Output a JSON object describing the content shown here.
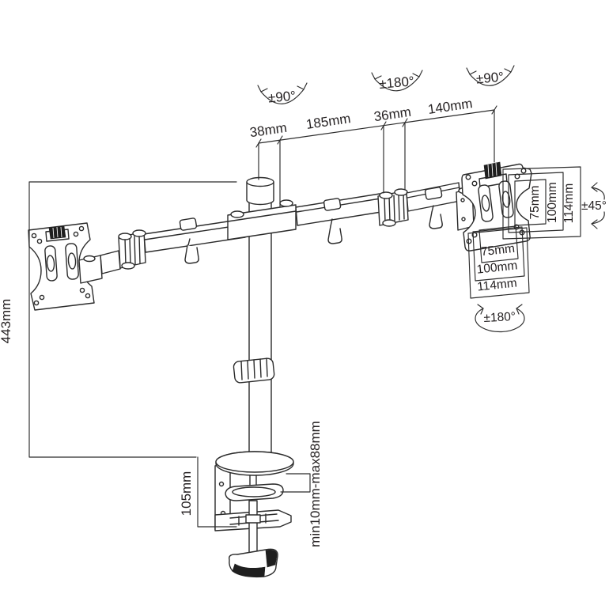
{
  "canvas": {
    "background": "#ffffff",
    "line_color": "#2b2b2b",
    "text_color": "#231f20",
    "knob_color": "#1f1f1f"
  },
  "rotation_labels": {
    "pole_swivel": "±90°",
    "elbow_swivel": "±180°",
    "head_swivel": "±90°",
    "tilt": "±45°",
    "vesa_rotate": "±180°"
  },
  "dimension_labels": {
    "pole_diameter": "38mm",
    "arm_inner": "185mm",
    "elbow_width": "36mm",
    "arm_outer": "140mm",
    "pole_height": "443mm",
    "clamp_height": "105mm",
    "clamp_range": "min10mm-max88mm",
    "vesa_vertical": [
      "75mm",
      "100mm",
      "114mm"
    ],
    "vesa_horizontal": [
      "75mm",
      "100mm",
      "114mm"
    ]
  }
}
